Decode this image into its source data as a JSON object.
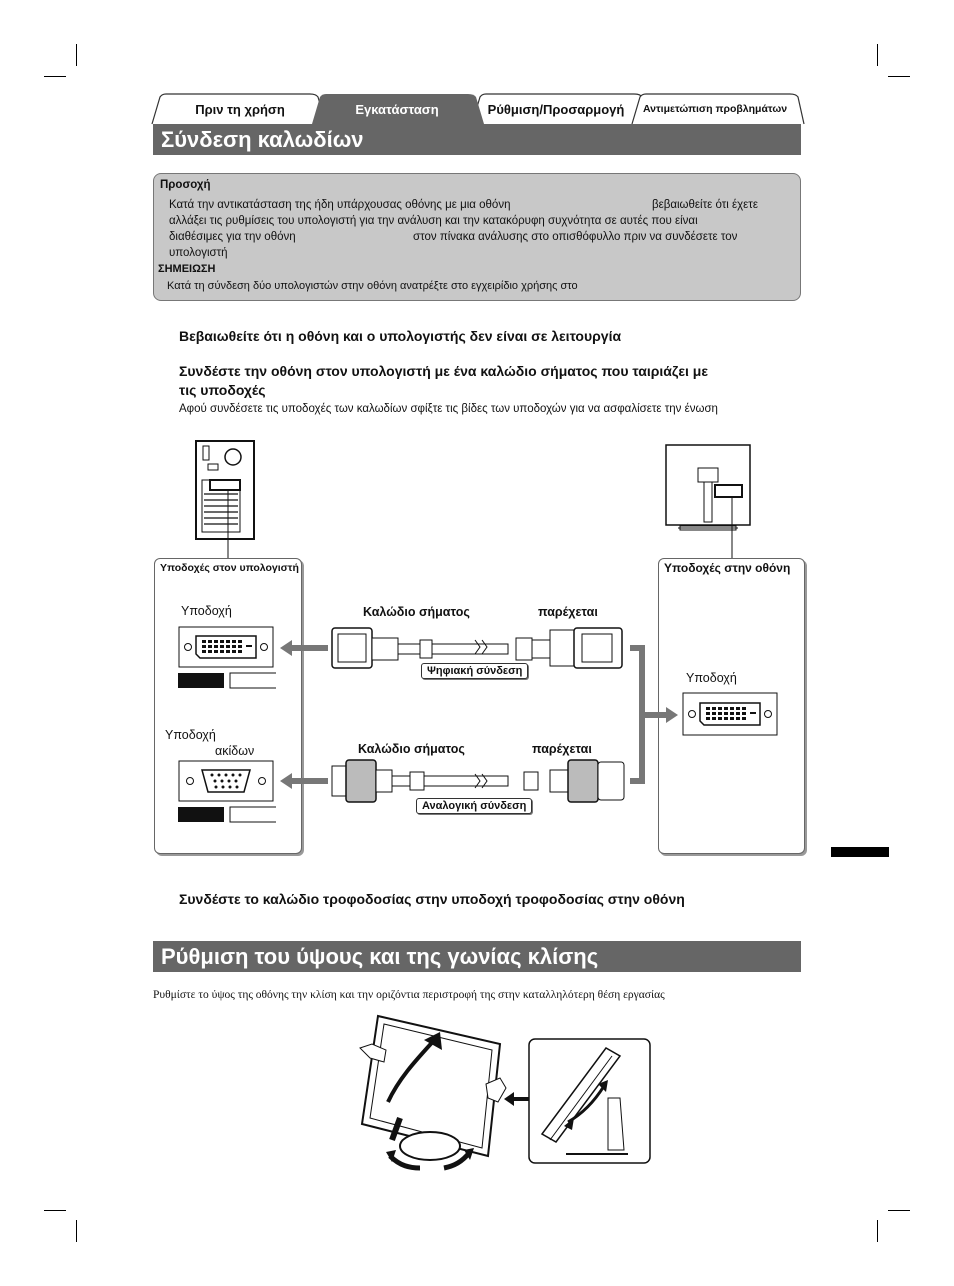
{
  "tabs": [
    {
      "label": "Πριν τη χρήση"
    },
    {
      "label": "Εγκατάσταση"
    },
    {
      "label": "Ρύθμιση/Προσαρμογή"
    },
    {
      "label": "Αντιμετώπιση προβλημάτων"
    }
  ],
  "section1": {
    "title": "Σύνδεση καλωδίων"
  },
  "caution": {
    "heading": "Προσοχή",
    "line1_a": "Κατά την αντικατάσταση της ήδη υπάρχουσας οθόνης με μια οθόνη",
    "line1_b": "βεβαιωθείτε ότι έχετε",
    "line2": "αλλάξει τις ρυθμίσεις του υπολογιστή για την ανάλυση και την κατακόρυφη συχνότητα σε αυτές που είναι",
    "line3_a": "διαθέσιμες για την οθόνη",
    "line3_b": "στον πίνακα ανάλυσης  στο οπισθόφυλλο  πριν να συνδέσετε τον",
    "line4": "υπολογιστή",
    "note_heading": "ΣΗΜΕΙΩΣΗ",
    "note_text": "Κατά τη σύνδεση δύο υπολογιστών στην οθόνη  ανατρέξτε στο εγχειρίδιο χρήσης στο"
  },
  "steps": {
    "step1": "Βεβαιωθείτε ότι η οθόνη και ο υπολογιστής δεν είναι σε λειτουργία",
    "step2_line1": "Συνδέστε την οθόνη στον υπολογιστή με ένα καλώδιο σήματος που ταιριάζει με",
    "step2_line2": "τις υποδοχές",
    "step2_note": "Αφού συνδέσετε τις υποδοχές των καλωδίων  σφίξτε τις βίδες των υποδοχών για να ασφαλίσετε την ένωση",
    "step3": "Συνδέστε το καλώδιο τροφοδοσίας στην υποδοχή τροφοδοσίας στην οθόνη"
  },
  "diagram": {
    "pc_panel_title": "Υποδοχές στον υπολογιστή",
    "monitor_panel_title": "Υποδοχές στην οθόνη",
    "pc_dvi_label": "Υποδοχή",
    "pc_vga_label_1": "Υποδοχή",
    "pc_vga_label_2": "ακίδων",
    "monitor_dvi_label": "Υποδοχή",
    "cable1_label": "Καλώδιο σήματος",
    "cable1_supplied": "παρέχεται",
    "cable1_tag": "Ψηφιακή σύνδεση",
    "cable2_label": "Καλώδιο σήματος",
    "cable2_supplied": "παρέχεται",
    "cable2_tag": "Αναλογική σύνδεση"
  },
  "section2": {
    "title": "Ρύθμιση του ύψους και της γωνίας κλίσης",
    "text": "Ρυθμίστε το ύψος της οθόνης  την κλίση και την οριζόντια περιστροφή της στην καταλληλότερη θέση εργασίας"
  },
  "colors": {
    "section_bar": "#666666",
    "caution_bg": "#c8c8c8",
    "active_tab": "#666666"
  }
}
